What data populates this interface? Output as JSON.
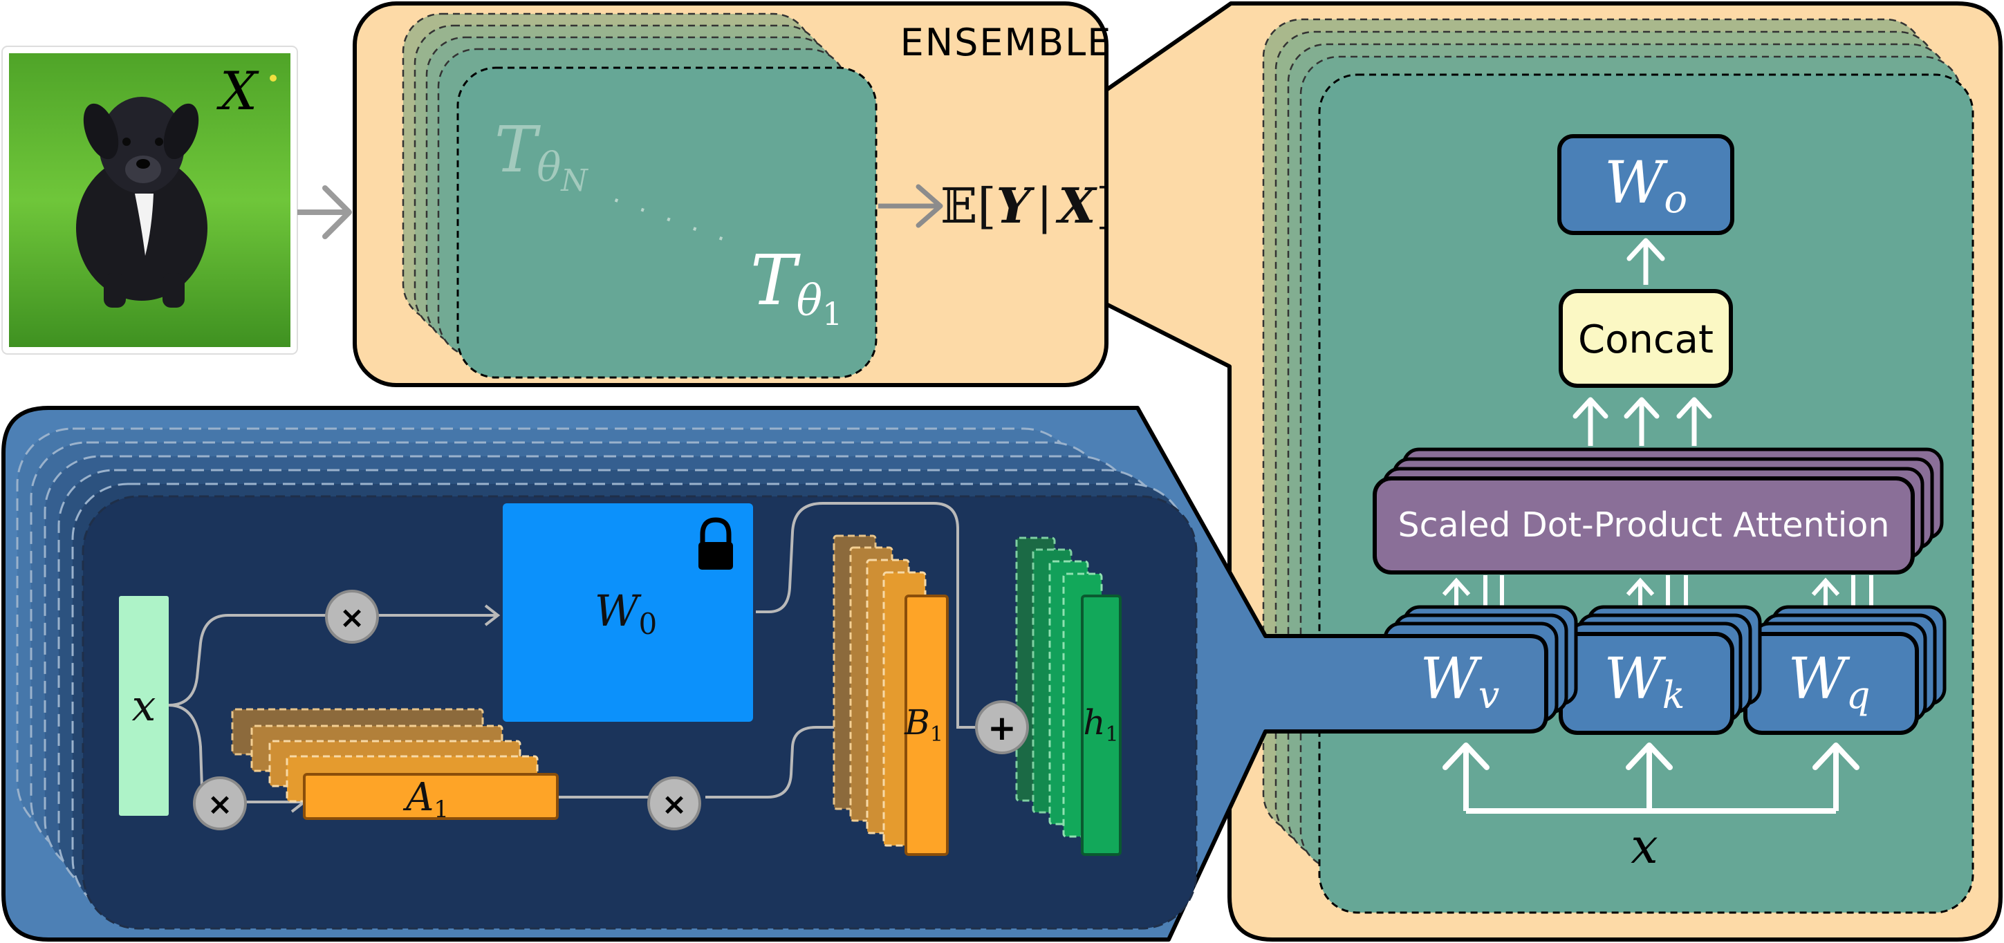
{
  "input": {
    "symbol": "X"
  },
  "ensemble": {
    "label": "ENSEMBLE",
    "model_last": "T",
    "model_last_sub": "θ",
    "model_last_subsub": "N",
    "dots": ". . . . .",
    "model_first": "T",
    "model_first_sub": "θ",
    "model_first_subsub": "1",
    "output_bb": "𝔼",
    "output_open": "[",
    "output_y": "Y",
    "output_bar": "|",
    "output_x": "X",
    "output_close": "]"
  },
  "attention": {
    "wo": "W",
    "wo_sub": "o",
    "concat": "Concat",
    "sdpa": "Scaled Dot-Product Attention",
    "wv": "W",
    "wv_sub": "v",
    "wk": "W",
    "wk_sub": "k",
    "wq": "W",
    "wq_sub": "q",
    "input": "x"
  },
  "lora": {
    "input": "x",
    "w0": "W",
    "w0_sub": "0",
    "a": "A",
    "a_sub": "1",
    "b": "B",
    "b_sub": "1",
    "h": "h",
    "h_sub": "1",
    "mult": "×",
    "plus": "+"
  },
  "colors": {
    "ensemble_bg": "#fddaa7",
    "model_teal": "#66a796",
    "attention_bg": "#fddaa7",
    "w_blue": "#4a80b7",
    "concat_yellow": "#fbf8c4",
    "sdpa_purple": "#8a6f98",
    "lora_outer": "#4d80b5",
    "lora_inner": "#1b345b",
    "w0_blue": "#0c91fb",
    "orange": "#fea427",
    "green": "#12a85a",
    "x_mint": "#aef3c8"
  }
}
